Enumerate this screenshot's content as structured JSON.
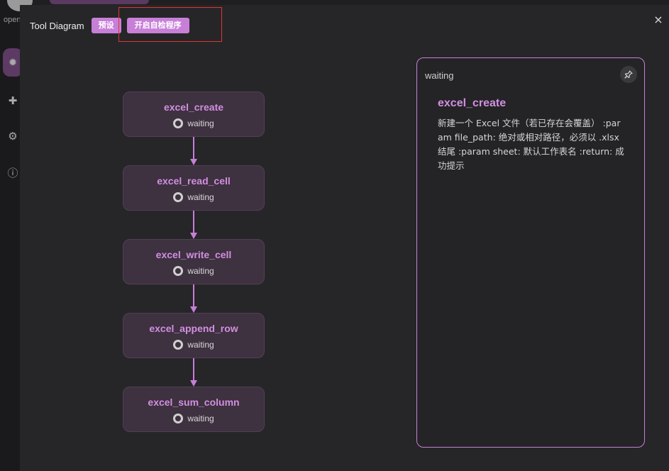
{
  "background": {
    "app_label": "open"
  },
  "modal": {
    "title": "Tool Diagram",
    "preset_button": "预设",
    "self_check_button": "开启自检程序",
    "close_icon": "×"
  },
  "diagram": {
    "nodes": [
      {
        "name": "excel_create",
        "status": "waiting"
      },
      {
        "name": "excel_read_cell",
        "status": "waiting"
      },
      {
        "name": "excel_write_cell",
        "status": "waiting"
      },
      {
        "name": "excel_append_row",
        "status": "waiting"
      },
      {
        "name": "excel_sum_column",
        "status": "waiting"
      }
    ]
  },
  "panel": {
    "status": "waiting",
    "title": "excel_create",
    "description": "新建一个 Excel 文件（若已存在会覆盖） :param file_path: 绝对或相对路径，必须以 .xlsx 结尾 :param sheet: 默认工作表名 :return: 成功提示"
  },
  "colors": {
    "accent": "#c77fd8",
    "node_fill": "#3e3140",
    "node_title": "#d28fe0",
    "highlight": "#e23434",
    "connector": "#c77fd8"
  },
  "icons": {
    "close": "close-icon",
    "pin": "pin-icon",
    "status": "status-ring-icon"
  }
}
